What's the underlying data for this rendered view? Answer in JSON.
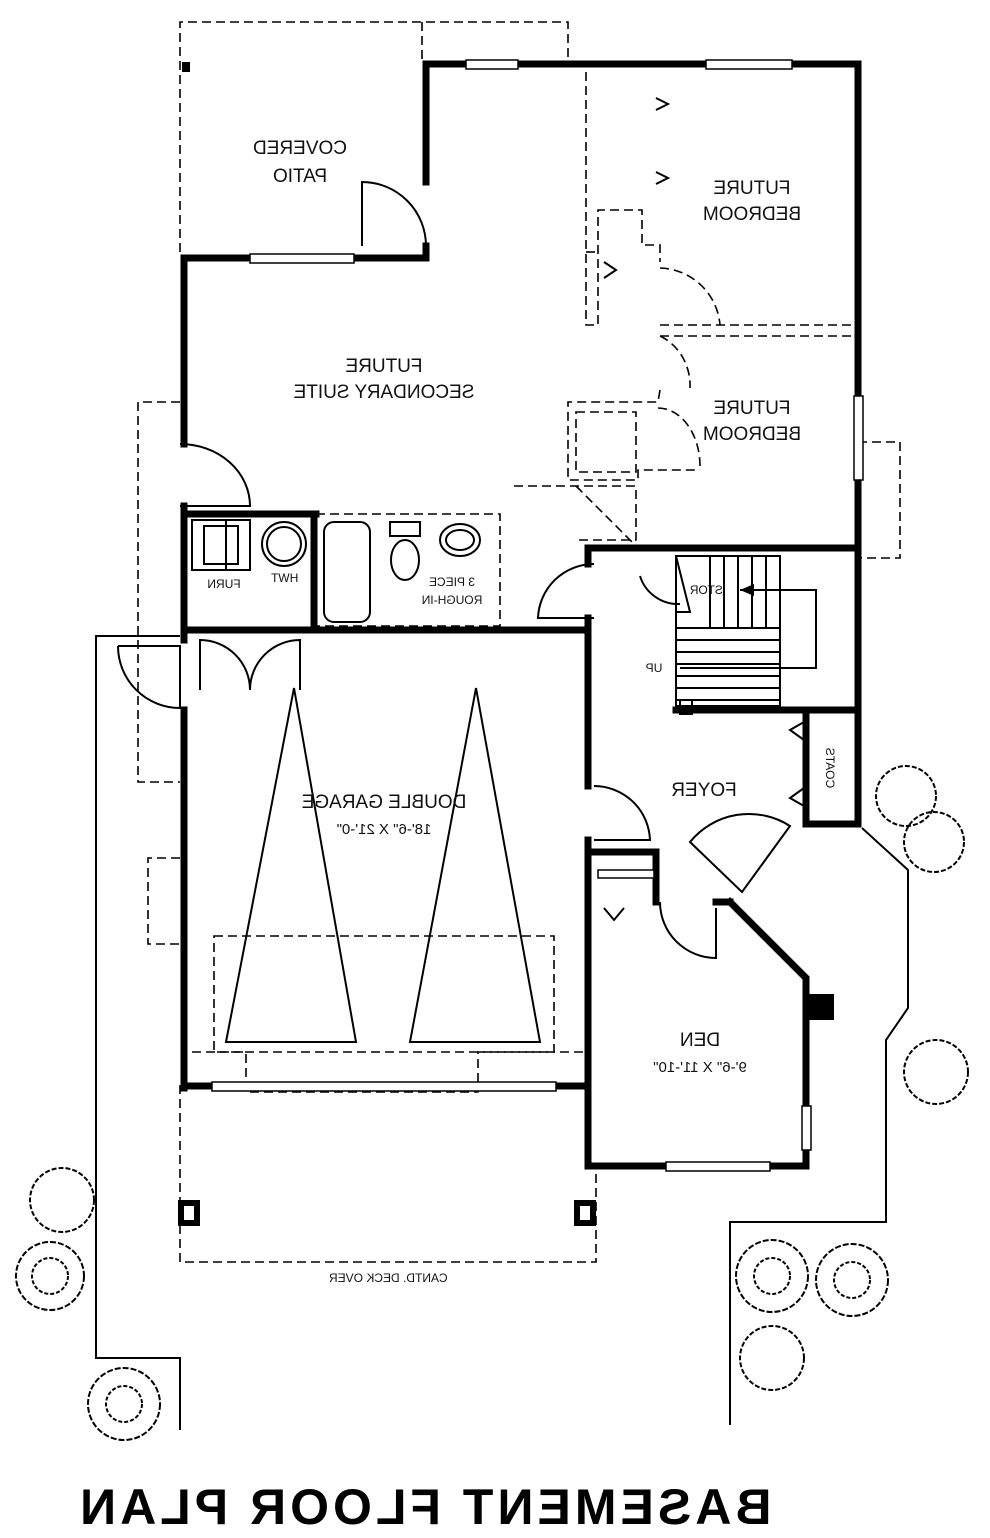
{
  "rooms": {
    "covered_patio": [
      "COVERED",
      "PATIO"
    ],
    "future_bedroom_top": [
      "FUTURE",
      "BEDROOM"
    ],
    "future_secondary_suite": [
      "FUTURE",
      "SECONDARY SUITE"
    ],
    "future_bedroom_bottom": [
      "FUTURE",
      "BEDROOM"
    ],
    "furn": "FURN",
    "hwt": "HWT",
    "three_piece_rough_in": [
      "3 PIECE",
      "ROUGH-IN"
    ],
    "stor": "STOR",
    "up": "UP",
    "double_garage": [
      "DOUBLE GARAGE",
      "18'-6\" X 21'-0\""
    ],
    "foyer": "FOYER",
    "coats": "COATS",
    "den": [
      "DEN",
      "9'-6\" X 11'-10\""
    ],
    "deck": "CANTD. DECK OVER"
  },
  "title": "BASEMENT FLOOR PLAN"
}
